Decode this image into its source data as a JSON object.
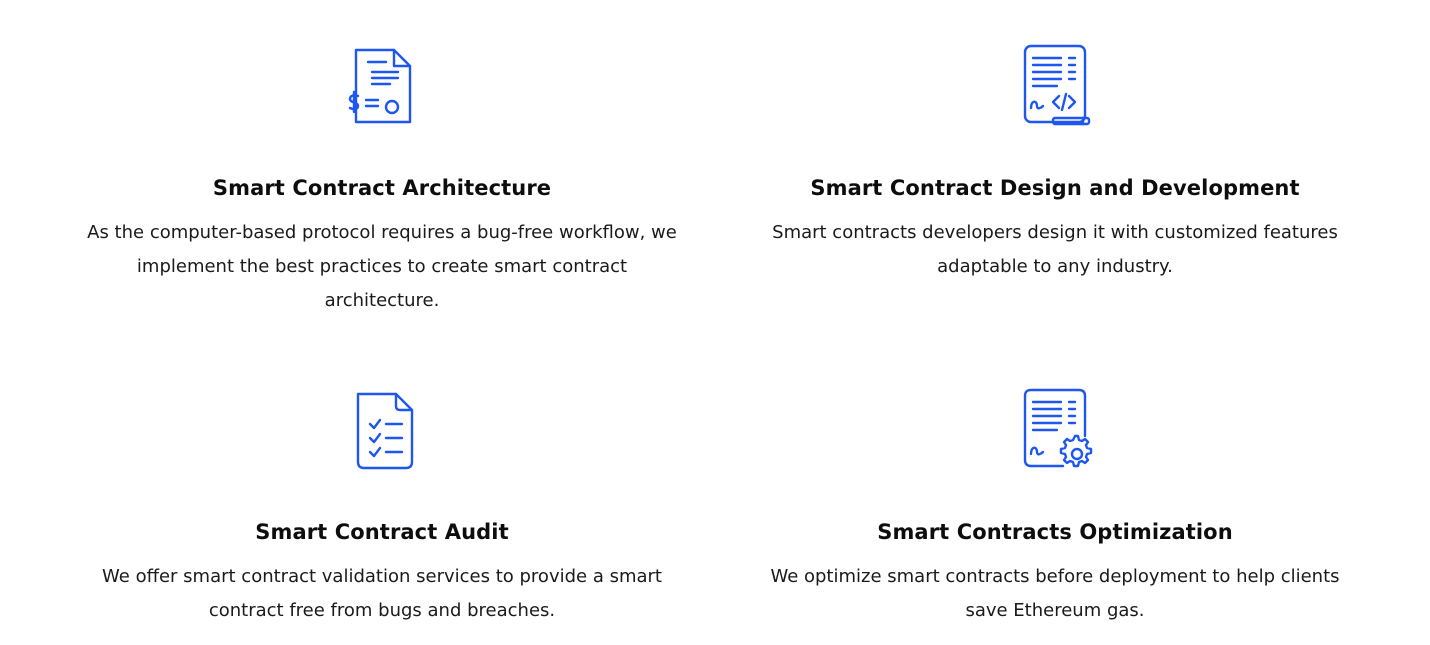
{
  "theme": {
    "accent": "#1e56f0",
    "text": "#111111",
    "background": "#ffffff"
  },
  "services": [
    {
      "icon": "invoice-icon",
      "title": "Smart Contract Architecture",
      "description": "As the computer-based protocol requires a bug-free workflow, we implement the best practices to create smart contract architecture."
    },
    {
      "icon": "code-contract-icon",
      "title": "Smart Contract Design and Development",
      "description": "Smart contracts developers design it with customized features adaptable to any industry."
    },
    {
      "icon": "checklist-icon",
      "title": "Smart Contract Audit",
      "description": "We offer smart contract validation services to provide a smart contract free from bugs and breaches."
    },
    {
      "icon": "contract-settings-icon",
      "title": "Smart Contracts Optimization",
      "description": "We optimize smart contracts before deployment to help clients save Ethereum gas."
    }
  ]
}
